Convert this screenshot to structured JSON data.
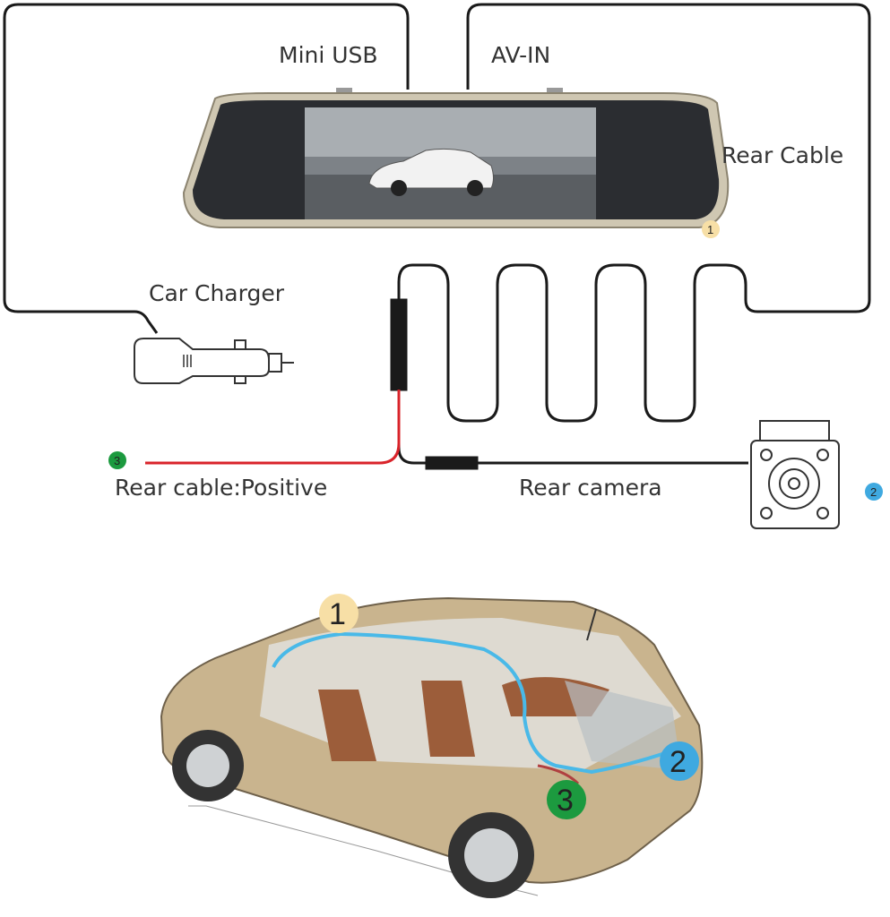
{
  "labels": {
    "mini_usb": "Mini USB",
    "av_in": "AV-IN",
    "rear_cable": "Rear Cable",
    "car_charger": "Car Charger",
    "rear_cable_positive": "Rear cable:Positive",
    "rear_camera": "Rear camera"
  },
  "markers": [
    {
      "number": "1",
      "color": "#f7dfa6"
    },
    {
      "number": "2",
      "color": "#3fa9e0"
    },
    {
      "number": "3",
      "color": "#1c9a3f"
    }
  ],
  "car_markers": [
    "1",
    "2",
    "3"
  ],
  "colors": {
    "wire": "#1a1a1a",
    "positive_wire": "#d9232a",
    "route": "#49b9e8",
    "mirror_frame": "#cfc7b2",
    "car_body": "#c9b48e"
  }
}
